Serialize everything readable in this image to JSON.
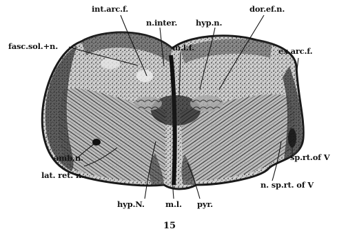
{
  "figure": {
    "number": "15",
    "labels": {
      "int_arc_f": "int.arc.f.",
      "n_inter": "n.inter.",
      "hyp_n": "hyp.n.",
      "dor_ef_n": "dor.ef.n.",
      "fasc_sol_n": "fasc.sol.+n.",
      "m_l_f": "m.l.f.",
      "ex_arc_f": "ex.arc.f.",
      "amb_n": "amb.n.",
      "sp_rt_of_v": "sp.rt.of V",
      "lat_ret_n": "lat. ret. n.",
      "n_sp_rt_of_v": "n. sp.rt. of V",
      "hyp_N": "hyp.N.",
      "m_l": "m.l.",
      "pyr": "pyr."
    }
  },
  "colors": {
    "ink": "#141414",
    "tissue": "#9a9a9a",
    "tissue_dark": "#3a3a3a",
    "paper": "#ffffff"
  }
}
